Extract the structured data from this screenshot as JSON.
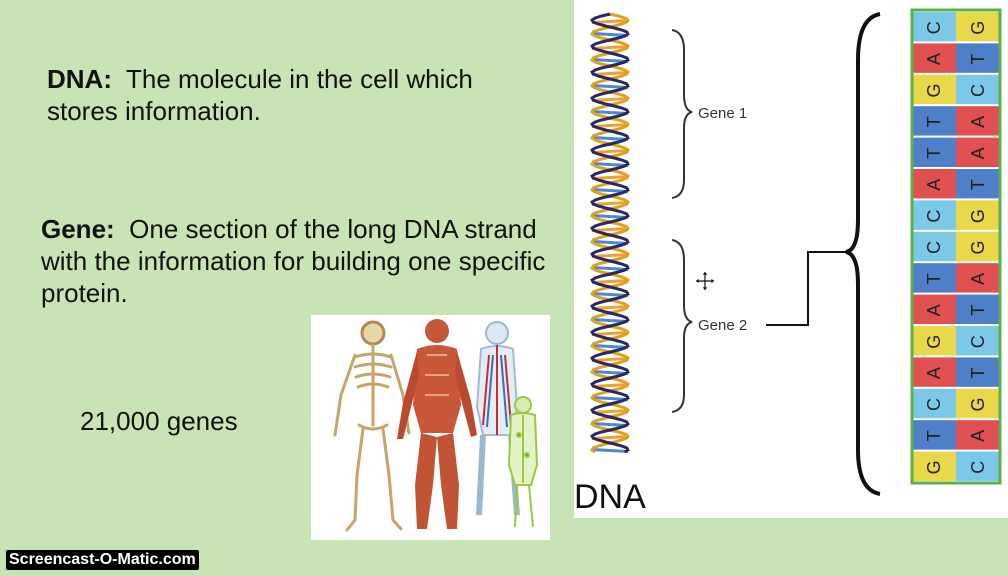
{
  "definitions": {
    "dna_term": "DNA:",
    "dna_text": "The molecule in the cell which stores information.",
    "gene_term": "Gene:",
    "gene_text": "One section of the long DNA strand with the information for building one specific protein."
  },
  "genes_count": "21,000 genes",
  "diagram": {
    "dna_label": "DNA",
    "gene1_label": "Gene 1",
    "gene2_label": "Gene 2",
    "bases_left": [
      "C",
      "A",
      "G",
      "T",
      "T",
      "A",
      "C",
      "C",
      "T",
      "A",
      "G",
      "A",
      "C",
      "T",
      "G"
    ],
    "bases_right": [
      "G",
      "T",
      "C",
      "A",
      "A",
      "T",
      "G",
      "G",
      "A",
      "T",
      "C",
      "T",
      "G",
      "A",
      "C"
    ],
    "base_colors": {
      "A": "#e05050",
      "T": "#4f7fc8",
      "G": "#e8d84a",
      "C": "#7cc8e8"
    }
  },
  "illustration": {
    "icon": "human-body-systems-illustration"
  },
  "watermark": "Screencast-O-Matic.com"
}
